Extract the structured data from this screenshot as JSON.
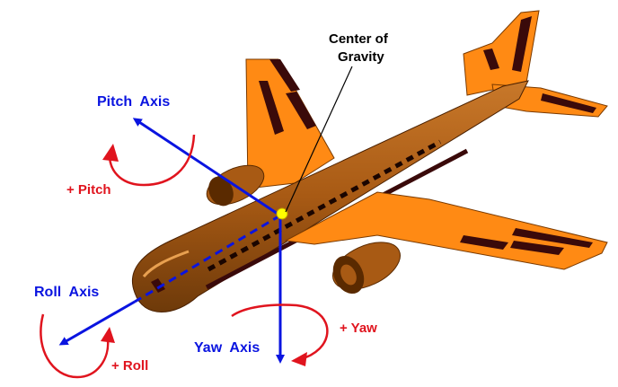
{
  "labels": {
    "center_of_gravity_line1": "Center of",
    "center_of_gravity_line2": "Gravity",
    "pitch_axis": "Pitch  Axis",
    "plus_pitch": "+ Pitch",
    "roll_axis": "Roll  Axis",
    "plus_roll": "+ Roll",
    "yaw_axis": "Yaw  Axis",
    "plus_yaw": "+ Yaw"
  },
  "colors": {
    "axis": "#0a14e0",
    "rotation": "#e0141e",
    "fuselage": "#a85a14",
    "wing": "#ff8a14",
    "stripe": "#3a0a0a",
    "center_marker": "#ffff00"
  }
}
